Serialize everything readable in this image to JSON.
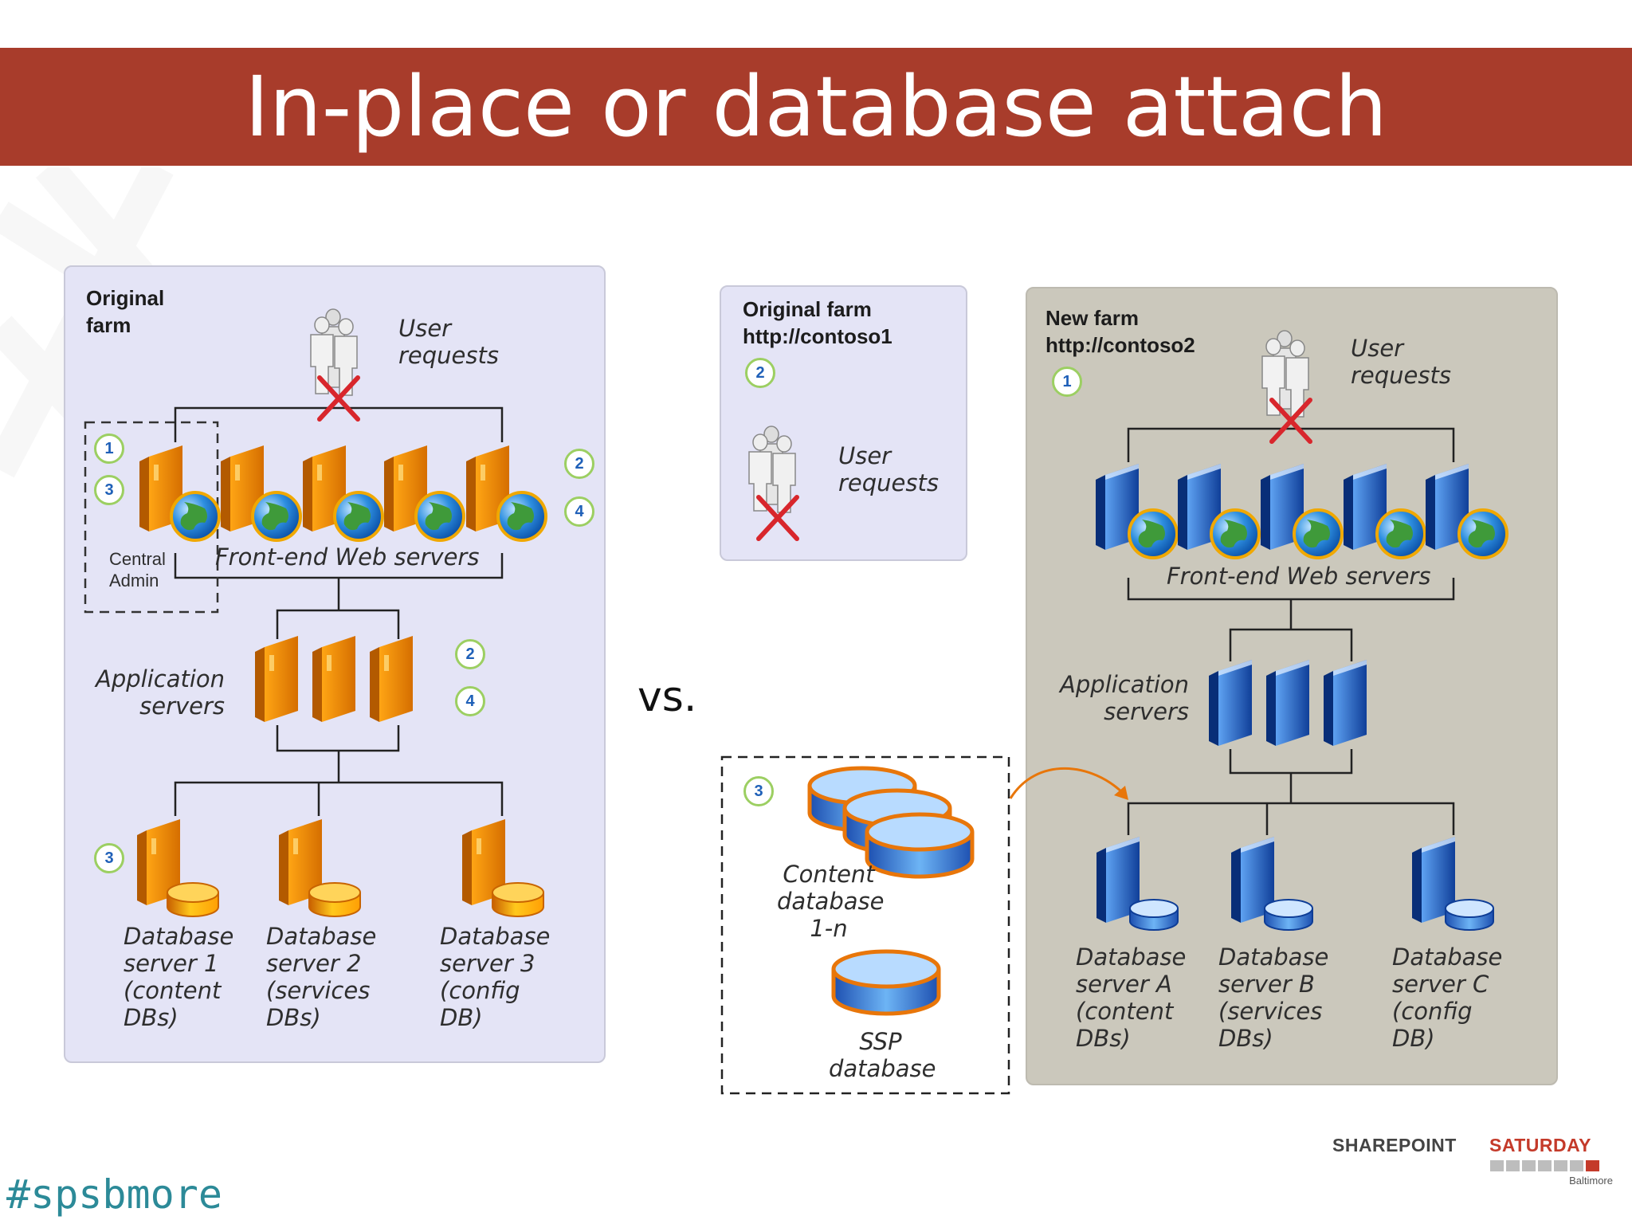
{
  "title": "In-place or database attach",
  "hashtag": "#spsbmore",
  "vs_label": "vs.",
  "logo": {
    "word1": "SHAREPOINT",
    "word2": "SATURDAY",
    "sub": "Baltimore"
  },
  "left_diagram": {
    "header": "Original\nfarm",
    "user_requests": "User\nrequests",
    "central_admin": "Central\nAdmin",
    "front_end": "Front-end Web servers",
    "app_servers": "Application\nservers",
    "db1": "Database\nserver 1\n(content\nDBs)",
    "db2": "Database\nserver 2\n(services\nDBs)",
    "db3": "Database\nserver 3\n(config\nDB)",
    "badges": [
      "1",
      "3",
      "2",
      "4",
      "2",
      "4",
      "3"
    ]
  },
  "middle_diagram": {
    "header": "Original farm\nhttp://contoso1",
    "badge": "2",
    "user_requests": "User\nrequests",
    "dbs_badge": "3",
    "content_db": "Content\ndatabase\n1-n",
    "ssp_db": "SSP\ndatabase"
  },
  "right_diagram": {
    "header": "New farm\nhttp://contoso2",
    "badge": "1",
    "user_requests": "User\nrequests",
    "front_end": "Front-end Web servers",
    "app_servers": "Application\nservers",
    "dba": "Database\nserver A\n(content\nDBs)",
    "dbb": "Database\nserver B\n(services\nDBs)",
    "dbc": "Database\nserver C\n(config\nDB)"
  },
  "colors": {
    "banner": "#a83c2b",
    "server_orange": "#f5a00e",
    "server_blue": "#1d5fc2",
    "badge_ring": "#9ccf62",
    "hashtag": "#2c8a98"
  }
}
